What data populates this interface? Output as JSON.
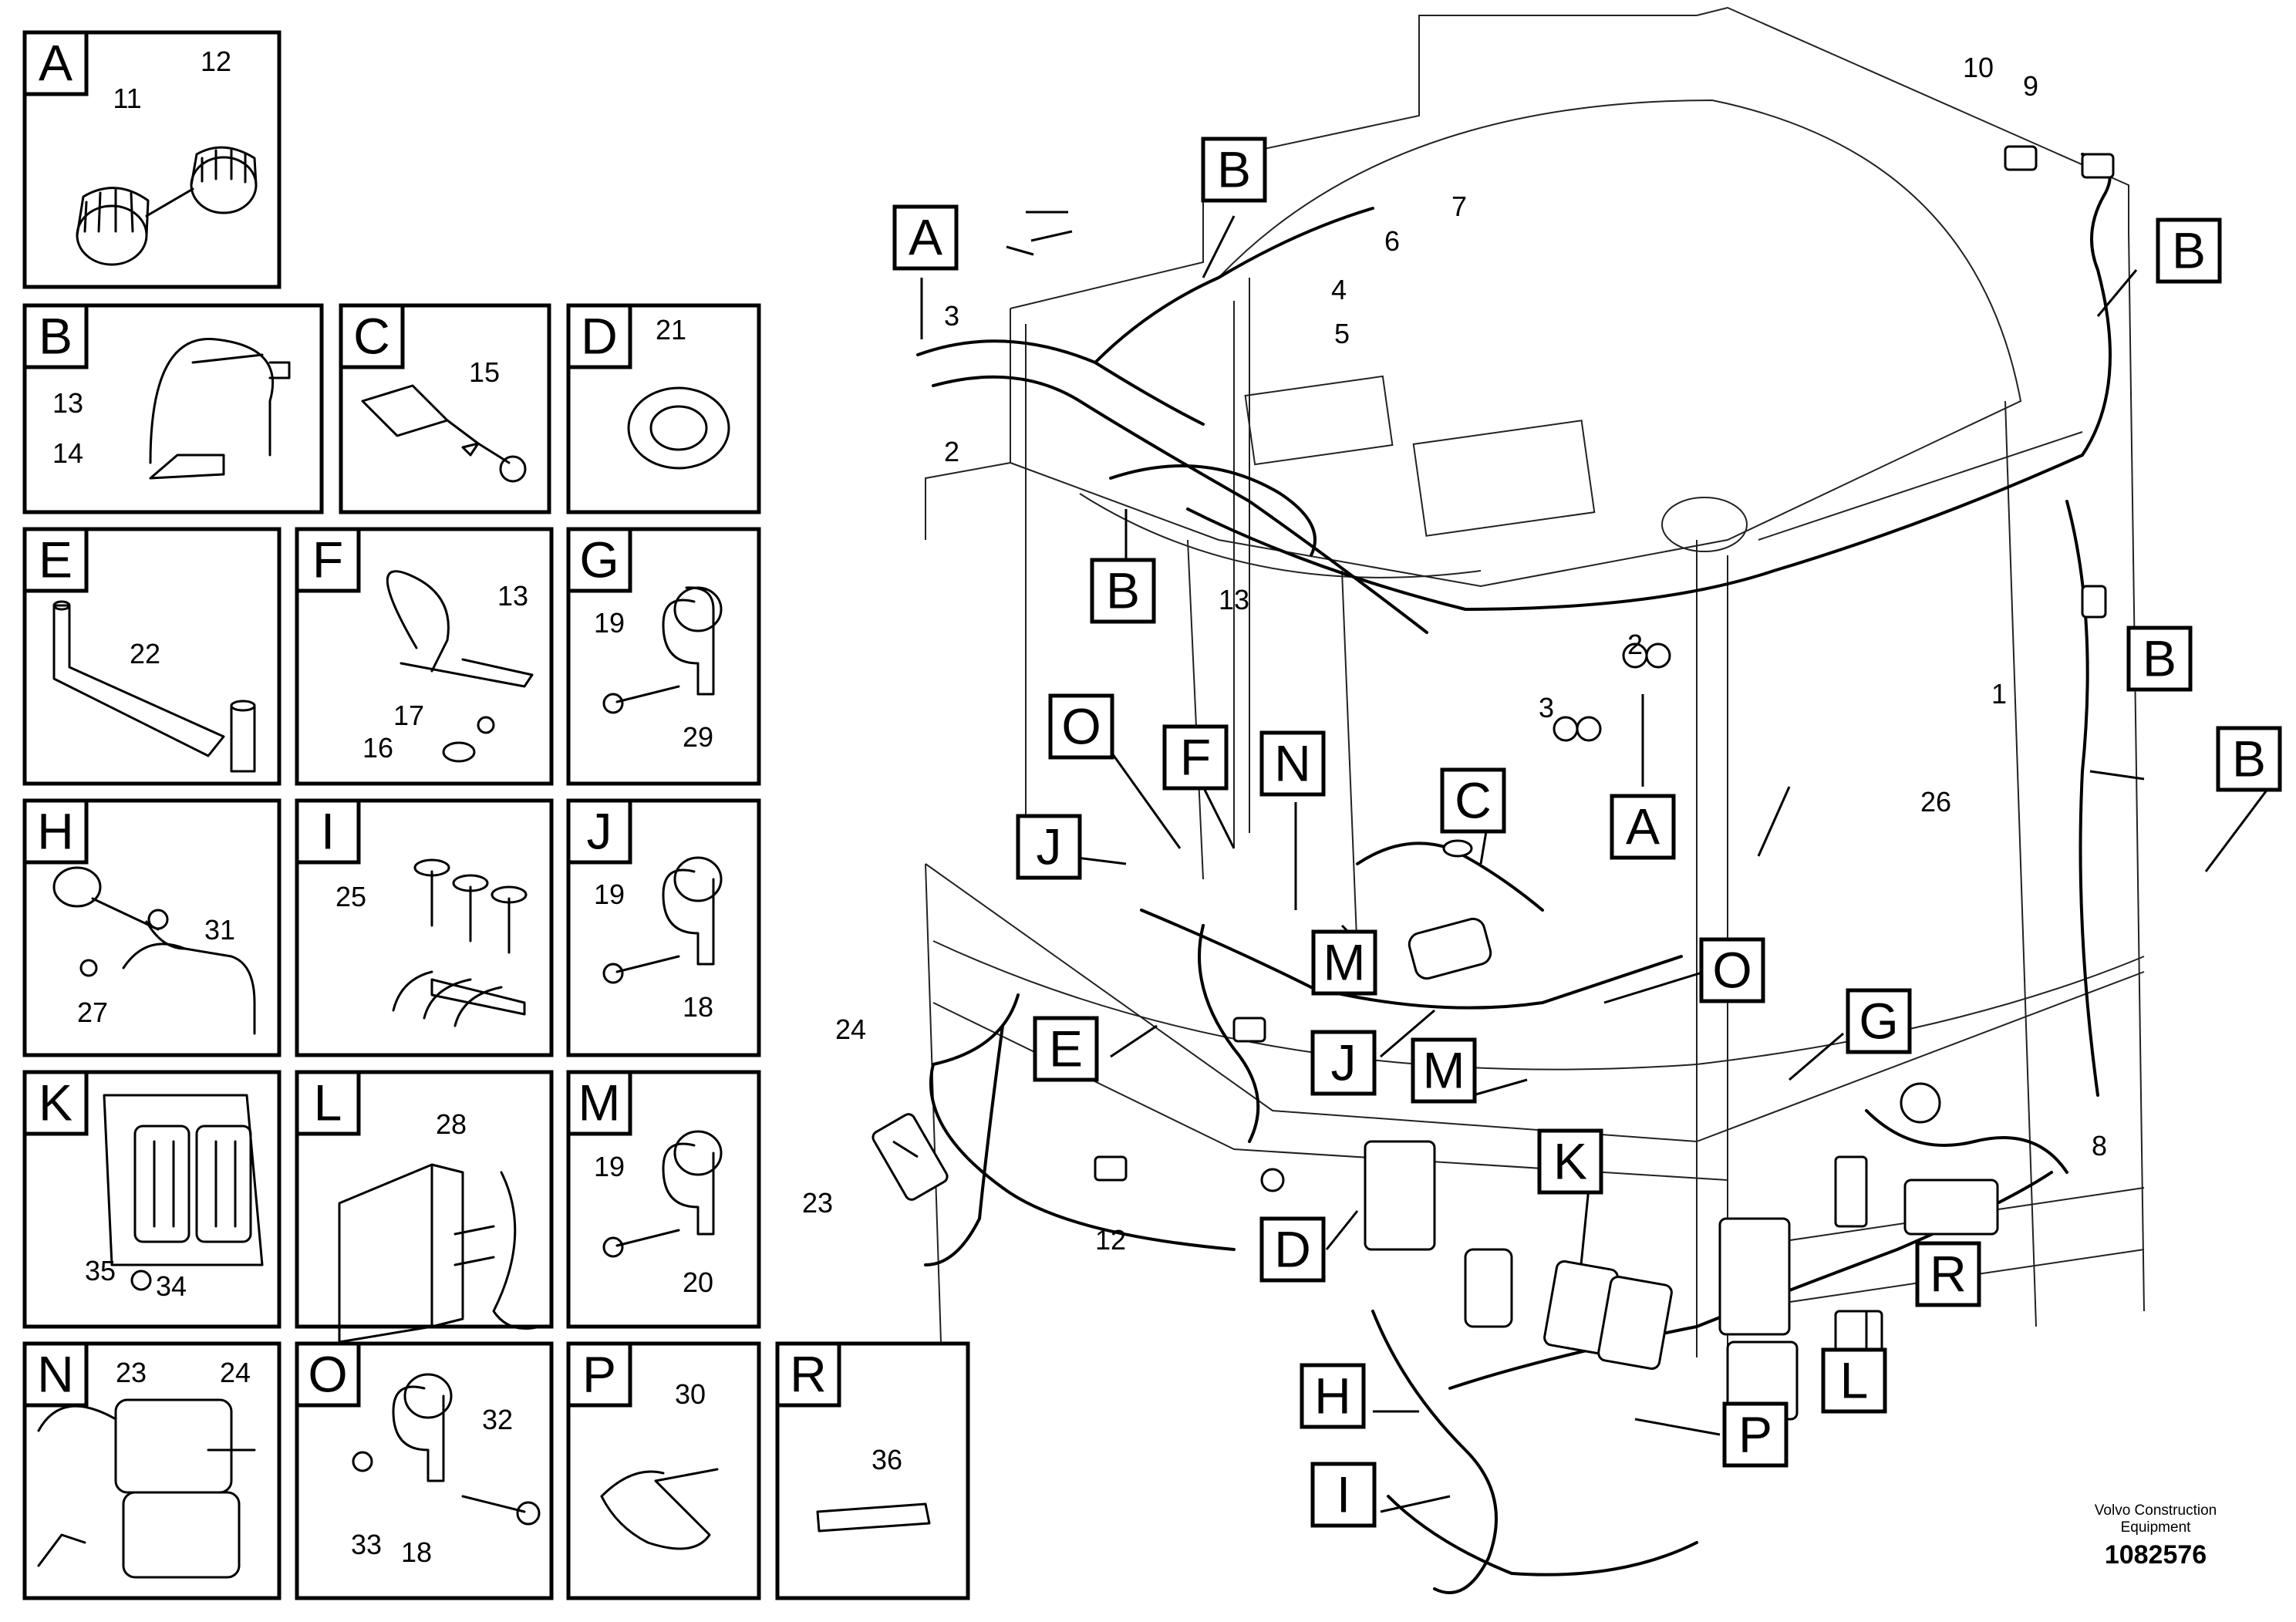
{
  "panels": [
    {
      "letter": "A",
      "parts": [
        "11",
        "12"
      ]
    },
    {
      "letter": "B",
      "parts": [
        "13",
        "14"
      ]
    },
    {
      "letter": "C",
      "parts": [
        "15"
      ]
    },
    {
      "letter": "D",
      "parts": [
        "21"
      ]
    },
    {
      "letter": "E",
      "parts": [
        "22"
      ]
    },
    {
      "letter": "F",
      "parts": [
        "13",
        "17",
        "16"
      ]
    },
    {
      "letter": "G",
      "parts": [
        "19",
        "29"
      ]
    },
    {
      "letter": "H",
      "parts": [
        "31",
        "27"
      ]
    },
    {
      "letter": "I",
      "parts": [
        "25"
      ]
    },
    {
      "letter": "J",
      "parts": [
        "19",
        "18"
      ]
    },
    {
      "letter": "K",
      "parts": [
        "35",
        "34"
      ]
    },
    {
      "letter": "L",
      "parts": [
        "28"
      ]
    },
    {
      "letter": "M",
      "parts": [
        "19",
        "20"
      ]
    },
    {
      "letter": "N",
      "parts": [
        "23",
        "24"
      ]
    },
    {
      "letter": "O",
      "parts": [
        "32",
        "33",
        "18"
      ]
    },
    {
      "letter": "P",
      "parts": [
        "30"
      ]
    },
    {
      "letter": "R",
      "parts": [
        "36"
      ]
    }
  ],
  "callout_letters": [
    "A",
    "B",
    "B",
    "B",
    "B",
    "B",
    "A",
    "O",
    "F",
    "N",
    "J",
    "M",
    "J",
    "M",
    "C",
    "O",
    "G",
    "K",
    "D",
    "E",
    "H",
    "I",
    "P",
    "L",
    "R"
  ],
  "callout_numbers": [
    "3",
    "2",
    "7",
    "6",
    "4",
    "5",
    "13",
    "10",
    "9",
    "2",
    "3",
    "1",
    "26",
    "8",
    "24",
    "23",
    "12"
  ],
  "credit": {
    "line1": "Volvo Construction",
    "line2": "Equipment",
    "ref": "1082576"
  }
}
